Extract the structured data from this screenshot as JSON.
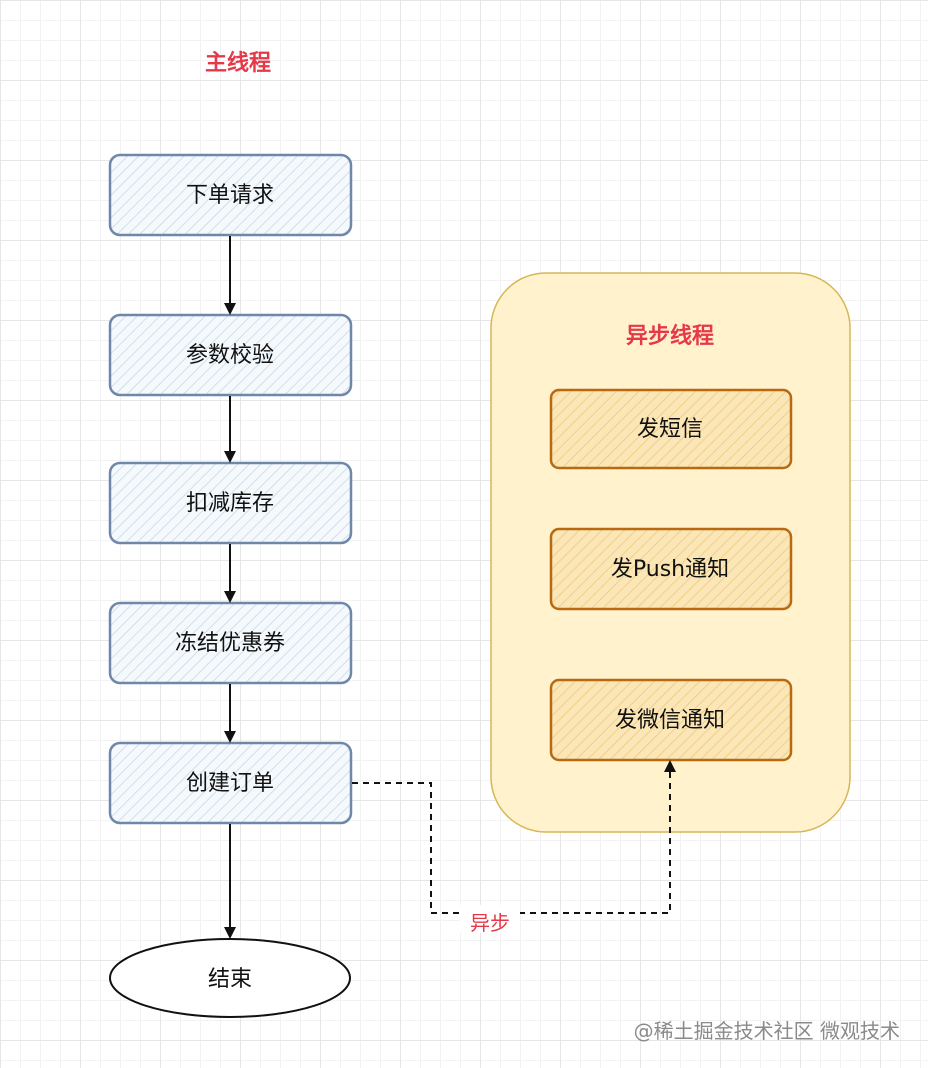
{
  "main_thread": {
    "title": "主线程",
    "steps": [
      "下单请求",
      "参数校验",
      "扣减库存",
      "冻结优惠券",
      "创建订单"
    ],
    "end": "结束"
  },
  "async_thread": {
    "title": "异步线程",
    "tasks": [
      "发短信",
      "发Push通知",
      "发微信通知"
    ]
  },
  "async_edge_label": "异步",
  "watermark": "@稀土掘金技术社区 微观技术",
  "colors": {
    "title_red": "#e5394a",
    "main_box_border": "#6f88aa",
    "main_box_fill": "#eaf2f8",
    "async_container_fill": "#fff2cc",
    "async_container_border": "#d6b656",
    "task_box_fill": "#fbe1a8",
    "task_box_border": "#b86a12"
  }
}
